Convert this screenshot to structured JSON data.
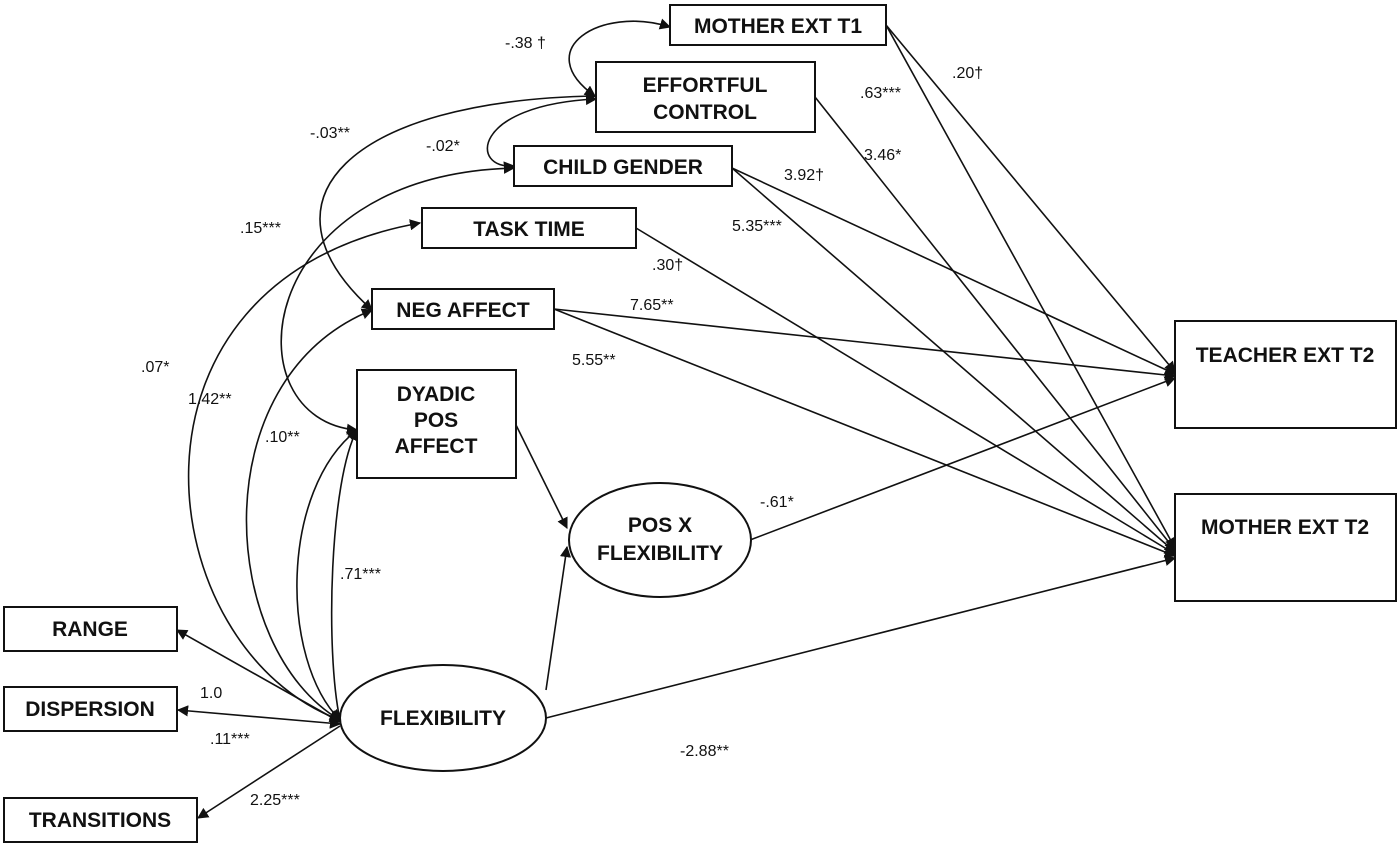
{
  "nodes": {
    "mother_ext_t1": "MOTHER EXT T1",
    "effortful_control_1": "EFFORTFUL",
    "effortful_control_2": "CONTROL",
    "child_gender": "CHILD GENDER",
    "task_time": "TASK TIME",
    "neg_affect": "NEG AFFECT",
    "dyadic_pos_affect_1": "DYADIC",
    "dyadic_pos_affect_2": "POS",
    "dyadic_pos_affect_3": "AFFECT",
    "pos_x_flex_1": "POS X",
    "pos_x_flex_2": "FLEXIBILITY",
    "flexibility": "FLEXIBILITY",
    "range": "RANGE",
    "dispersion": "DISPERSION",
    "transitions": "TRANSITIONS",
    "teacher_ext_t2": "TEACHER EXT T2",
    "mother_ext_t2": "MOTHER EXT T2"
  },
  "coefficients": {
    "mext1_effort": "-.38 †",
    "effort_flex": "-.03**",
    "effort_gender": "-.02*",
    "gender_flex": ".15***",
    "mext1_mext2": ".63***",
    "mext1_text2": ".20†",
    "effort_mext2": "3.46*",
    "gender_text2": "3.92†",
    "gender_mext2": "5.35***",
    "task_mext2": ".30†",
    "neg_text2": "7.65**",
    "neg_mext2": "5.55**",
    "task_flex": ".07*",
    "neg_flex": "1.42**",
    "dyadic_flex": ".10**",
    "pos_flex": ".71***",
    "posx_text2": "-.61*",
    "flex_mext2": "-2.88**",
    "range": "1.0",
    "dispersion": ".11***",
    "transitions": "2.25***"
  }
}
